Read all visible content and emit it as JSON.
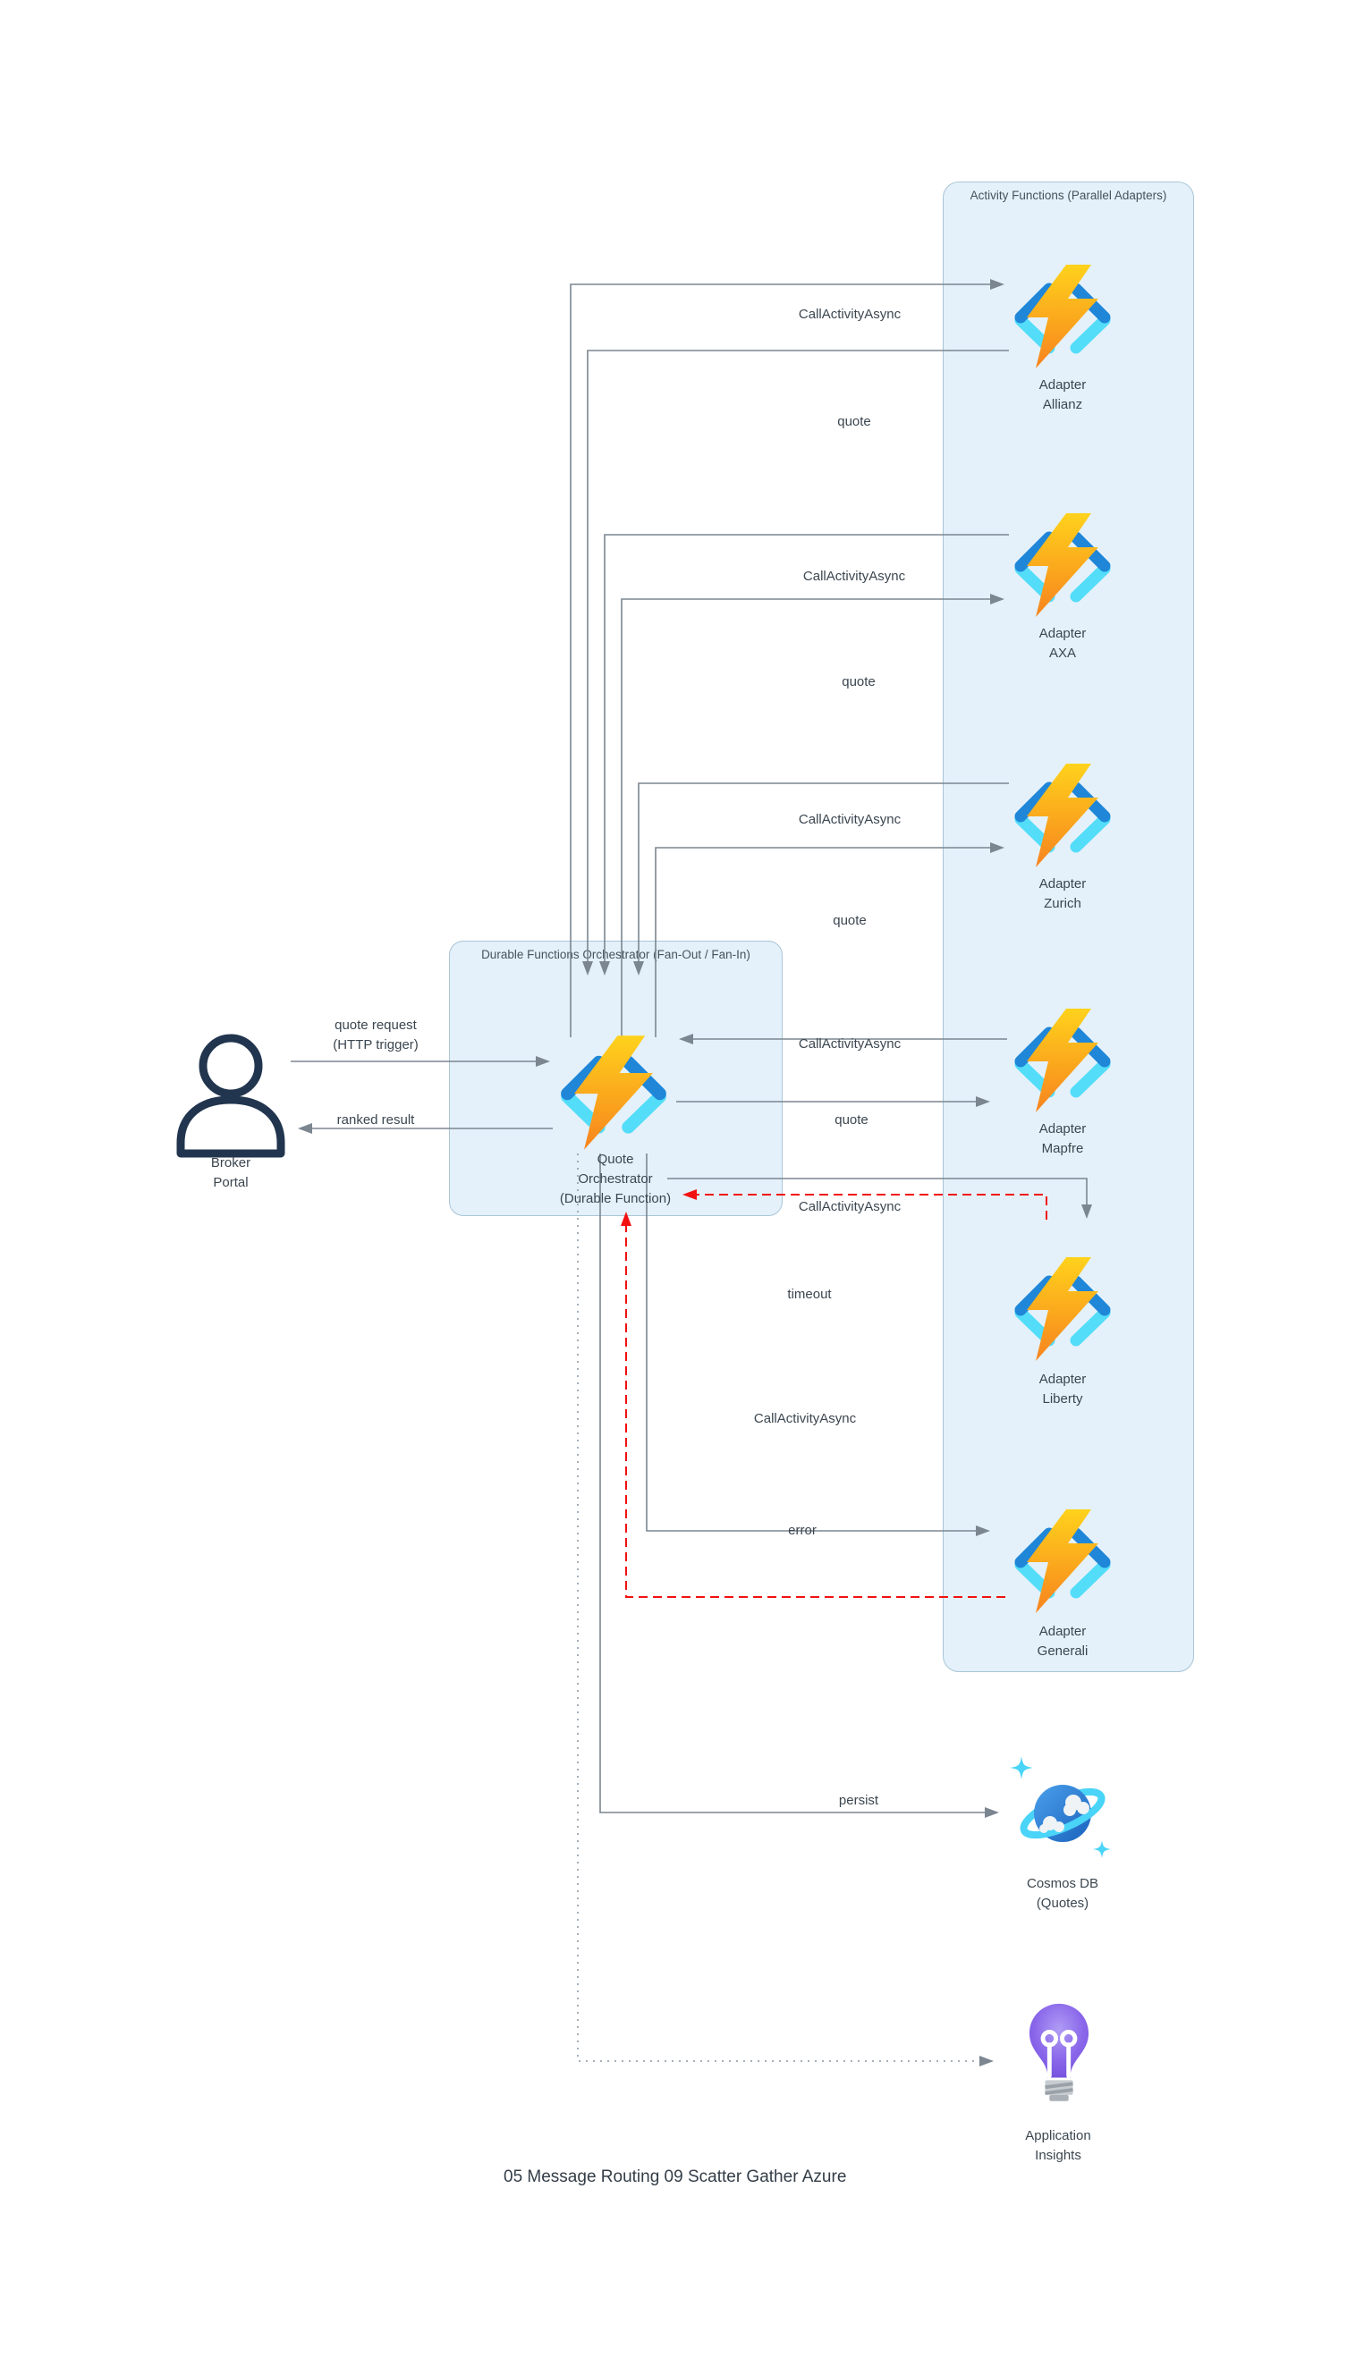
{
  "caption": "05 Message Routing 09 Scatter Gather Azure",
  "activity_container": {
    "title": "Activity Functions (Parallel Adapters)"
  },
  "orchestrator": {
    "title": "Durable Functions Orchestrator (Fan-Out / Fan-In)",
    "name_line1": "Quote",
    "name_line2": "Orchestrator",
    "name_line3": "(Durable Function)"
  },
  "broker": {
    "name_line1": "Broker",
    "name_line2": "Portal"
  },
  "adapters": [
    {
      "label_line1": "Adapter",
      "label_line2": "Allianz"
    },
    {
      "label_line1": "Adapter",
      "label_line2": "AXA"
    },
    {
      "label_line1": "Adapter",
      "label_line2": "Zurich"
    },
    {
      "label_line1": "Adapter",
      "label_line2": "Mapfre"
    },
    {
      "label_line1": "Adapter",
      "label_line2": "Liberty"
    },
    {
      "label_line1": "Adapter",
      "label_line2": "Generali"
    }
  ],
  "edges": [
    {
      "id": "allianz-call",
      "label": "CallActivityAsync"
    },
    {
      "id": "allianz-quote",
      "label": "quote"
    },
    {
      "id": "axa-call",
      "label": "CallActivityAsync"
    },
    {
      "id": "axa-quote",
      "label": "quote"
    },
    {
      "id": "zurich-call",
      "label": "CallActivityAsync"
    },
    {
      "id": "zurich-quote",
      "label": "quote"
    },
    {
      "id": "mapfre-call",
      "label": "CallActivityAsync"
    },
    {
      "id": "mapfre-quote",
      "label": "quote"
    },
    {
      "id": "liberty-call",
      "label": "CallActivityAsync"
    },
    {
      "id": "liberty-timeout",
      "label": "timeout"
    },
    {
      "id": "generali-call",
      "label": "CallActivityAsync"
    },
    {
      "id": "generali-error",
      "label": "error"
    },
    {
      "id": "persist",
      "label": "persist"
    },
    {
      "id": "quote-request",
      "label": "quote request",
      "label2": "(HTTP trigger)"
    },
    {
      "id": "ranked-result",
      "label": "ranked result"
    }
  ],
  "cosmos": {
    "name_line1": "Cosmos DB",
    "name_line2": "(Quotes)"
  },
  "app_insights": {
    "name_line1": "Application",
    "name_line2": "Insights"
  },
  "icons": {
    "azure-functions-icon": "lightning bolt in angle brackets",
    "person-icon": "outlined user silhouette",
    "cosmos-db-icon": "ringed planet with sparkles",
    "app-insights-icon": "purple lightbulb"
  },
  "colors": {
    "container_fill": "#e4f1fa",
    "container_border": "#a9c5d6",
    "line_gray": "#7b8691",
    "line_dotted": "#9aa5b0",
    "line_red": "#f21111",
    "bolt_top": "#ffd21c",
    "bolt_bottom": "#f7831e",
    "bracket_dark": "#1f86d8",
    "bracket_light": "#53ddf9",
    "person_navy": "#22354e",
    "bulb_purple": "#8a67ea",
    "planet_blue": "#2d83d6",
    "ring_cyan": "#49d4f8"
  }
}
